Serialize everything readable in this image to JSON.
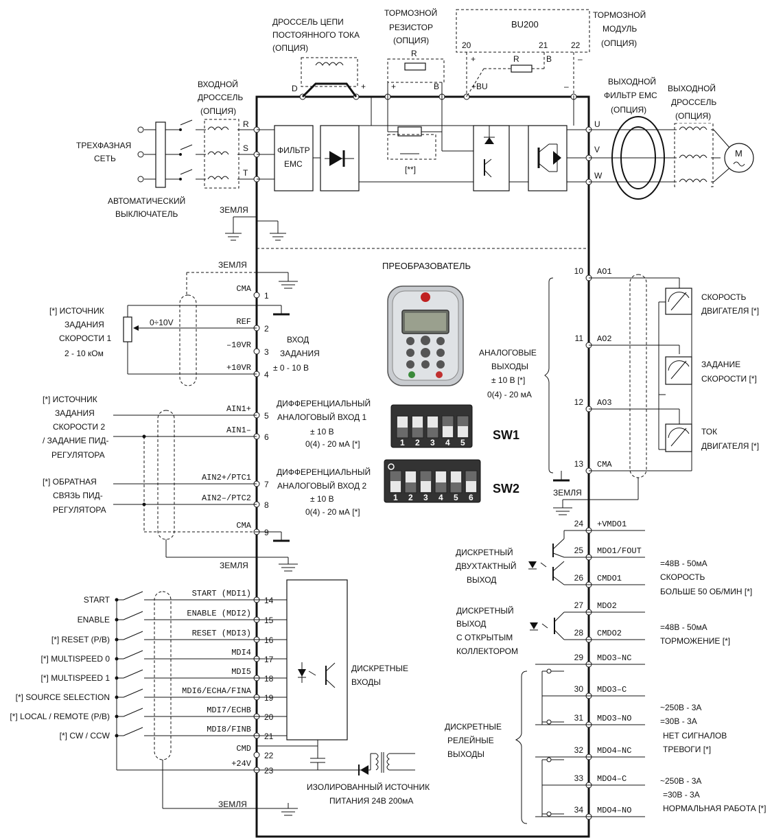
{
  "top": {
    "dc_choke": [
      "ДРОССЕЛЬ ЦЕПИ",
      "ПОСТОЯННОГО ТОКА",
      "(ОПЦИЯ)"
    ],
    "brake_resistor": [
      "ТОРМОЗНОЙ",
      "РЕЗИСТОР",
      "(ОПЦИЯ)"
    ],
    "bu200": "BU200",
    "bu_terms": [
      "20",
      "21",
      "22"
    ],
    "brake_module": [
      "ТОРМОЗНОЙ",
      "МОДУЛЬ",
      "(ОПЦИЯ)"
    ],
    "input_choke": [
      "ВХОДНОЙ",
      "ДРОССЕЛЬ",
      "(ОПЦИЯ)"
    ],
    "output_filter": [
      "ВЫХОДНОЙ",
      "ФИЛЬТР ЕМС",
      "(ОПЦИЯ)"
    ],
    "output_choke": [
      "ВЫХОДНОЙ",
      "ДРОССЕЛЬ",
      "(ОПЦИЯ)"
    ],
    "mains": [
      "ТРЕХФАЗНАЯ",
      "СЕТЬ"
    ],
    "breaker": [
      "АВТОМАТИЧЕСКИЙ",
      "ВЫКЛЮЧАТЕЛЬ"
    ],
    "ground": "ЗЕМЛЯ",
    "emc": [
      "ФИЛЬТР",
      "ЕМС"
    ],
    "phases_in": [
      "R",
      "S",
      "T"
    ],
    "phases_out": [
      "U",
      "V",
      "W"
    ],
    "bus_d": "D",
    "bus_plus": "+",
    "bus_b": "B",
    "bus_plusbu": "+BU",
    "bus_minus": "–",
    "r": "R",
    "plus": "+",
    "minus": "–",
    "b": "B",
    "optional": "[**]",
    "motor": "M"
  },
  "converter_title": "ПРЕОБРАЗОВАТЕЛЬ",
  "left": {
    "ground": "ЗЕМЛЯ",
    "source1": [
      "[*] ИСТОЧНИК",
      "ЗАДАНИЯ",
      "СКОРОСТИ 1",
      "2 - 10 кОм"
    ],
    "pot": "0÷10V",
    "ref_input": [
      "ВХОД",
      "ЗАДАНИЯ",
      "± 0 - 10 В"
    ],
    "source2": [
      "[*] ИСТОЧНИК",
      "ЗАДАНИЯ",
      "СКОРОСТИ 2",
      "/ ЗАДАНИЕ ПИД-",
      "РЕГУЛЯТОРА"
    ],
    "ain1": [
      "ДИФФЕРЕНЦИАЛЬНЫЙ",
      "АНАЛОГОВЫЙ ВХОД 1",
      "± 10 В",
      "0(4) - 20 мА  [*]"
    ],
    "feedback": [
      "[*] ОБРАТНАЯ",
      "СВЯЗЬ ПИД-",
      "РЕГУЛЯТОРА"
    ],
    "ain2": [
      "ДИФФЕРЕНЦИАЛЬНЫЙ",
      "АНАЛОГОВЫЙ ВХОД 2",
      "± 10 В",
      "0(4) - 20 мА  [*]"
    ],
    "isolated": [
      "ИЗОЛИРОВАННЫЙ ИСТОЧНИК",
      "ПИТАНИЯ 24В 200мА"
    ],
    "digital_inputs": [
      "ДИСКРЕТНЫЕ",
      "ВХОДЫ"
    ],
    "terminals": [
      {
        "n": "1",
        "name": "CMA"
      },
      {
        "n": "2",
        "name": "REF"
      },
      {
        "n": "3",
        "name": "–10VR"
      },
      {
        "n": "4",
        "name": "+10VR"
      },
      {
        "n": "5",
        "name": "AIN1+"
      },
      {
        "n": "6",
        "name": "AIN1–"
      },
      {
        "n": "7",
        "name": "AIN2+/PTC1"
      },
      {
        "n": "8",
        "name": "AIN2–/PTC2"
      },
      {
        "n": "9",
        "name": "CMA"
      },
      {
        "n": "14",
        "name": "START (MDI1)"
      },
      {
        "n": "15",
        "name": "ENABLE (MDI2)"
      },
      {
        "n": "16",
        "name": "RESET (MDI3)"
      },
      {
        "n": "17",
        "name": "MDI4"
      },
      {
        "n": "18",
        "name": "MDI5"
      },
      {
        "n": "19",
        "name": "MDI6/ECHA/FINA"
      },
      {
        "n": "20",
        "name": "MDI7/ECHB"
      },
      {
        "n": "21",
        "name": "MDI8/FINB"
      },
      {
        "n": "22",
        "name": "CMD"
      },
      {
        "n": "23",
        "name": "+24V"
      }
    ],
    "switches": [
      "START",
      "ENABLE",
      "[*] RESET (P/B)",
      "[*] MULTISPEED 0",
      "[*] MULTISPEED 1",
      "[*] SOURCE SELECTION",
      "[*] LOCAL / REMOTE (P/B)",
      "[*] CW / CCW"
    ]
  },
  "center": {
    "analog_outputs": [
      "АНАЛОГОВЫЕ",
      "ВЫХОДЫ",
      "± 10 В  [*]",
      "0(4) - 20 мА"
    ],
    "sw1": "SW1",
    "sw2": "SW2",
    "sw1_nums": [
      "1",
      "2",
      "3",
      "4",
      "5"
    ],
    "sw2_nums": [
      "1",
      "2",
      "3",
      "4",
      "5",
      "6"
    ]
  },
  "right": {
    "terminals": [
      {
        "n": "10",
        "name": "AO1"
      },
      {
        "n": "11",
        "name": "AO2"
      },
      {
        "n": "12",
        "name": "AO3"
      },
      {
        "n": "13",
        "name": "CMA"
      },
      {
        "n": "24",
        "name": "+VMDO1"
      },
      {
        "n": "25",
        "name": "MDO1/FOUT"
      },
      {
        "n": "26",
        "name": "CMDO1"
      },
      {
        "n": "27",
        "name": "MDO2"
      },
      {
        "n": "28",
        "name": "CMDO2"
      },
      {
        "n": "29",
        "name": "MDO3–NC"
      },
      {
        "n": "30",
        "name": "MDO3–C"
      },
      {
        "n": "31",
        "name": "MDO3–NO"
      },
      {
        "n": "32",
        "name": "MDO4–NC"
      },
      {
        "n": "33",
        "name": "MDO4–C"
      },
      {
        "n": "34",
        "name": "MDO4–NO"
      }
    ],
    "speed": [
      "СКОРОСТЬ",
      "ДВИГАТЕЛЯ [*]"
    ],
    "setpoint": [
      "ЗАДАНИЕ",
      "СКОРОСТИ [*]"
    ],
    "current": [
      "ТОК",
      "ДВИГАТЕЛЯ [*]"
    ],
    "ground": "ЗЕМЛЯ",
    "push_pull": [
      "ДИСКРЕТНЫЙ",
      "ДВУХТАКТНЫЙ",
      "ВЫХОД"
    ],
    "out1_spec": [
      "=48В - 50мА",
      "СКОРОСТЬ",
      "БОЛЬШЕ 50 ОБ/МИН [*]"
    ],
    "open_coll": [
      "ДИСКРЕТНЫЙ",
      "ВЫХОД",
      "С ОТКРЫТЫМ",
      "КОЛЛЕКТОРОМ"
    ],
    "out2_spec": [
      "=48В - 50мА",
      "ТОРМОЖЕНИЕ [*]"
    ],
    "relay": [
      "ДИСКРЕТНЫЕ",
      "РЕЛЕЙНЫЕ",
      "ВЫХОДЫ"
    ],
    "relay3_spec": [
      "~250В - 3А",
      "=30В - 3А",
      "НЕТ СИГНАЛОВ",
      "ТРЕВОГИ [*]"
    ],
    "relay4_spec": [
      "~250В - 3А",
      "=30В - 3А",
      "НОРМАЛЬНАЯ РАБОТА [*]"
    ]
  }
}
